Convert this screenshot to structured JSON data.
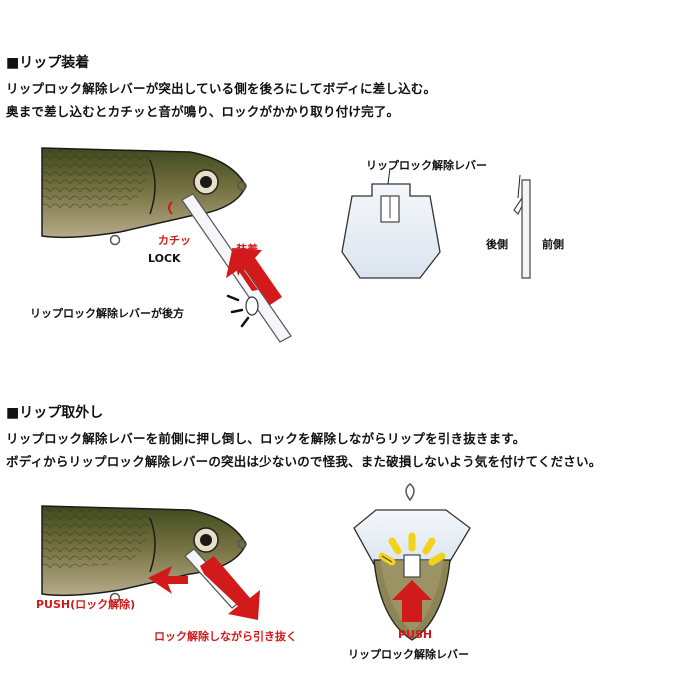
{
  "install": {
    "heading": "■リップ装着",
    "line1": "リップロック解除レバーが突出している側を後ろにしてボディに差し込む。",
    "line2": "奥まで差し込むとカチッと音が鳴り、ロックがかかり取り付け完了。",
    "click_label": "カチッ",
    "lock_label": "LOCK",
    "attach_label": "装着",
    "lever_back_label": "リップロック解除レバーが後方",
    "lever_label": "リップロック解除レバー",
    "rear_label": "後側",
    "front_label": "前側"
  },
  "remove": {
    "heading": "■リップ取外し",
    "line1": "リップロック解除レバーを前側に押し倒し、ロックを解除しながらリップを引き抜きます。",
    "line2": "ボディからリップロック解除レバーの突出は少ないので怪我、また破損しないよう気を付けてください。",
    "push_unlock_label": "PUSH(ロック解除)",
    "pull_label": "ロック解除しながら引き抜く",
    "push_label": "PUSH",
    "lever_label": "リップロック解除レバー"
  },
  "colors": {
    "accent_red": "#d21a1a",
    "lure_olive": "#6e6a3c",
    "lip_fill": "#e6eef6"
  }
}
